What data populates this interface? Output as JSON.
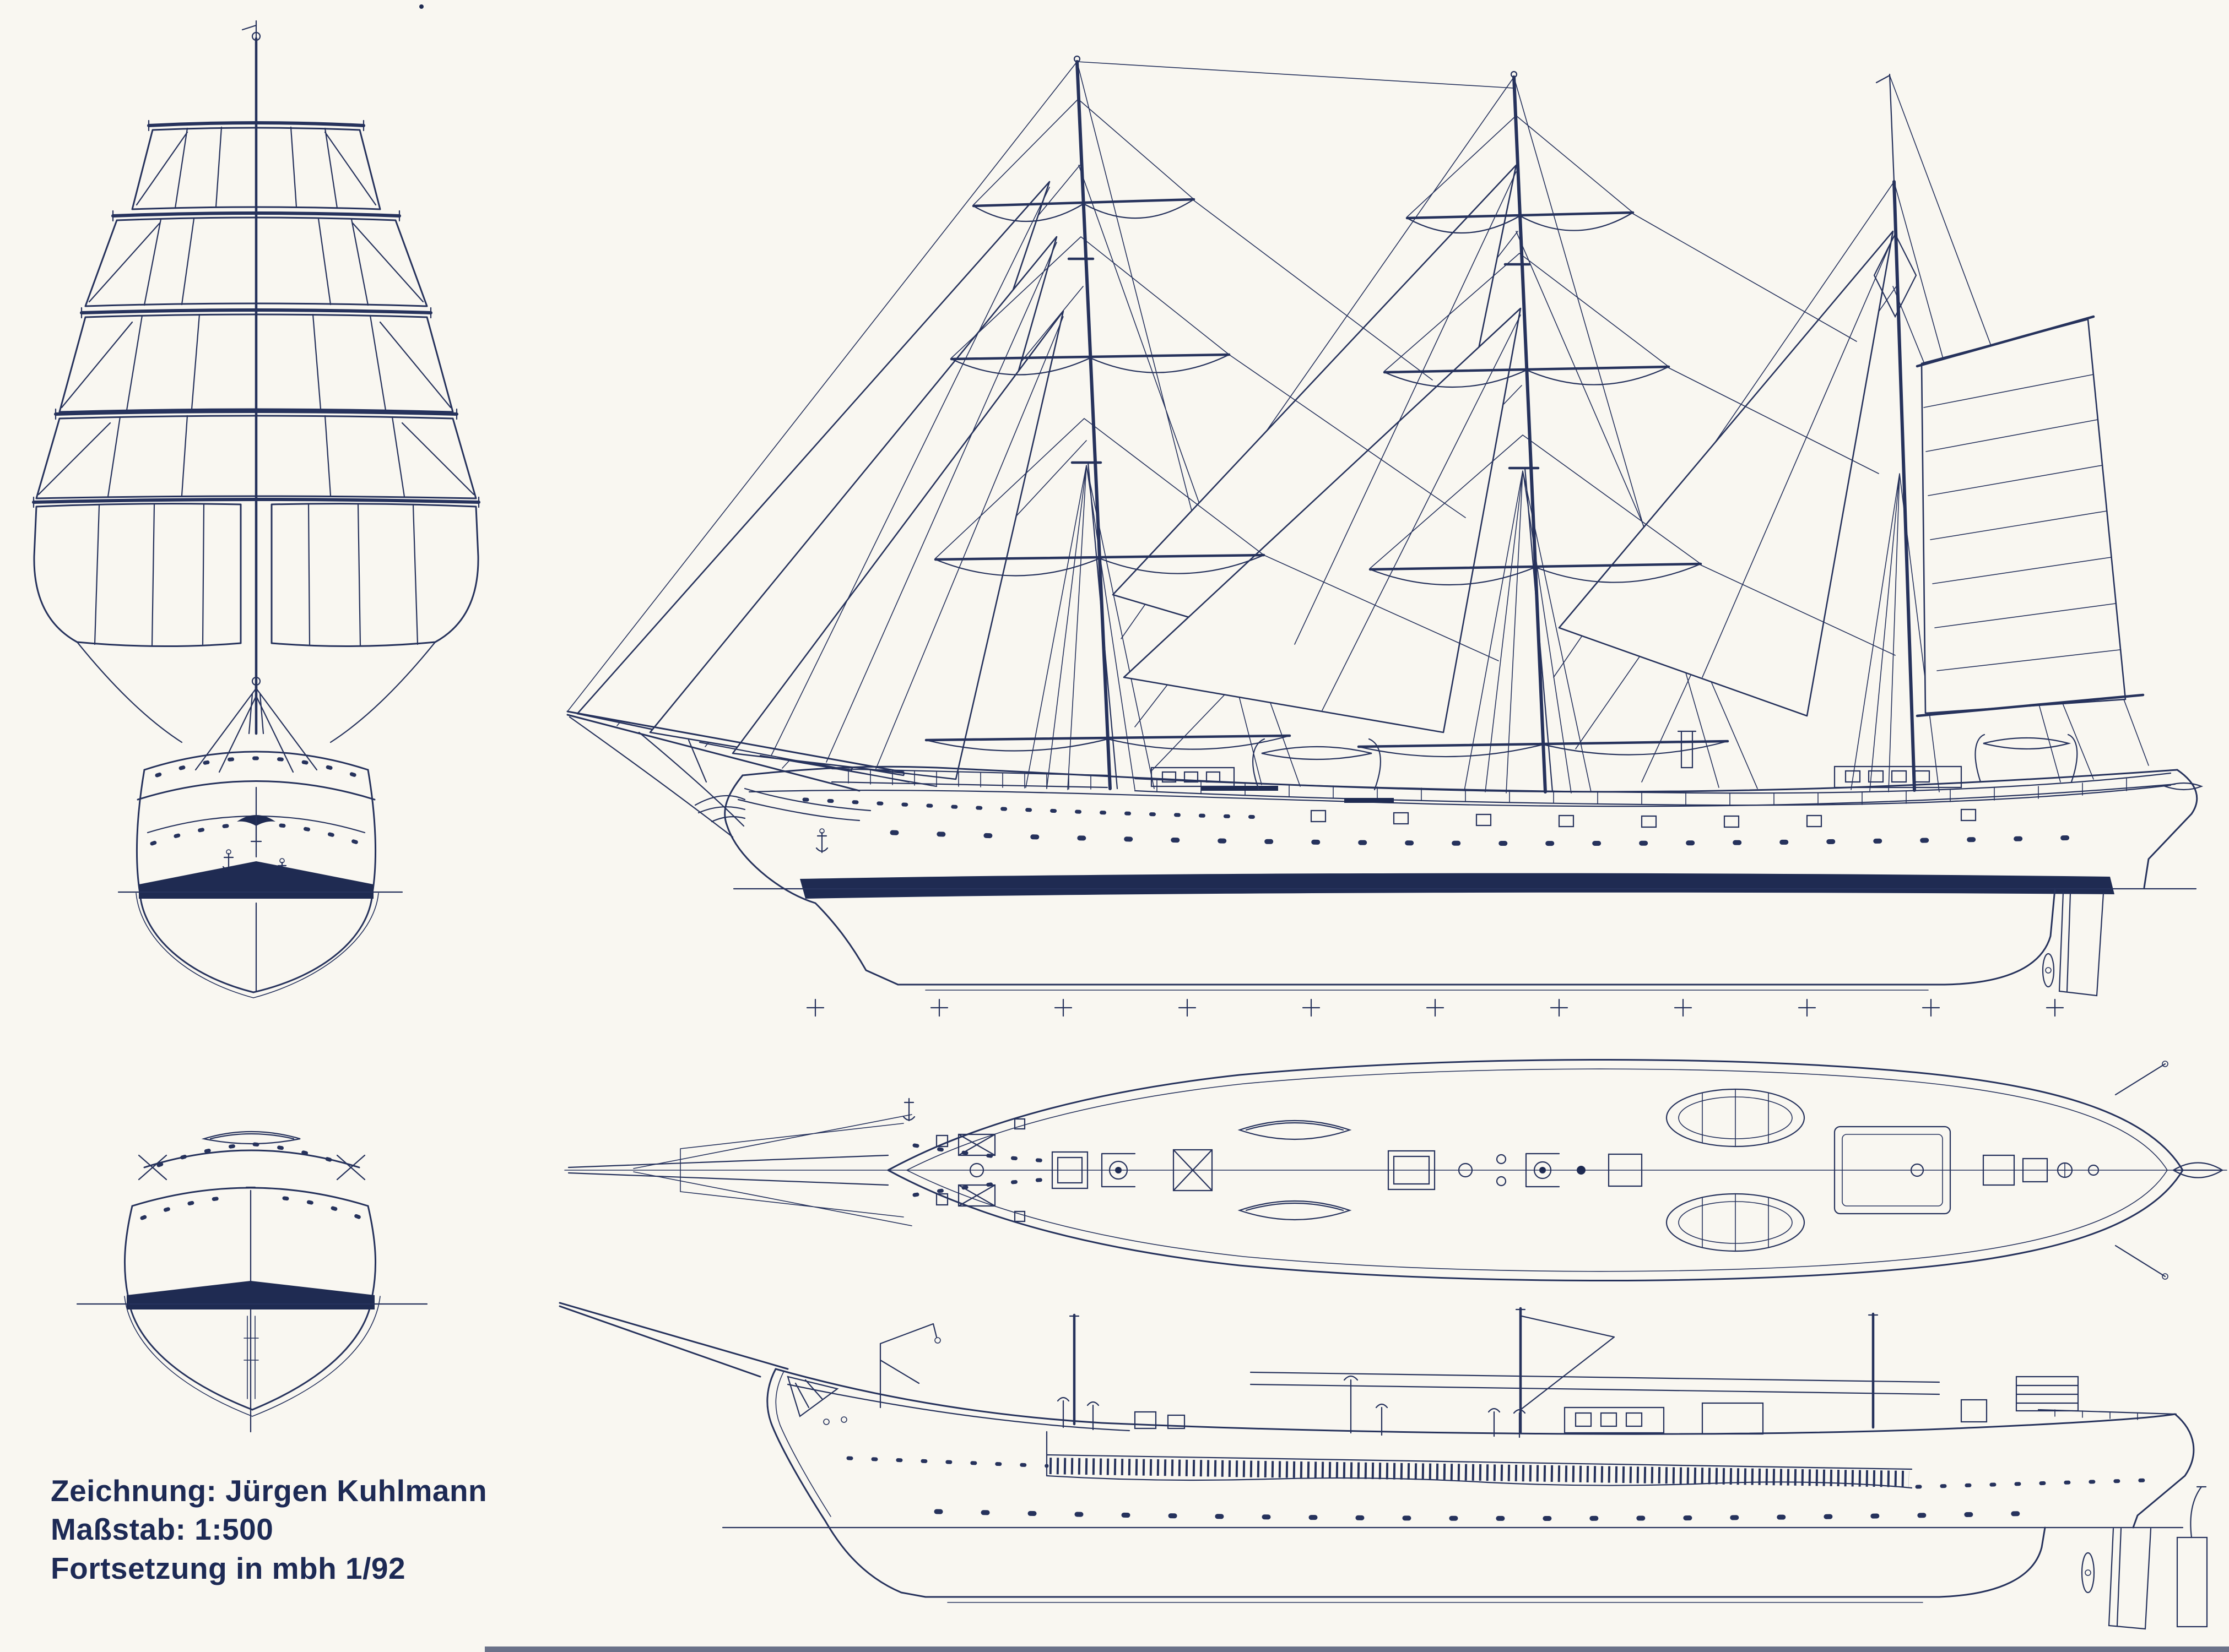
{
  "palette": {
    "paper": "#f9f7f1",
    "ink": "#26325c",
    "waterline_fill": "#1f2b52",
    "caption_text": "#1d2a55"
  },
  "caption": {
    "line1": "Zeichnung: Jürgen Kuhlmann",
    "line2": "Maßstab: 1:500",
    "line3": "Fortsetzung in mbh 1/92"
  }
}
